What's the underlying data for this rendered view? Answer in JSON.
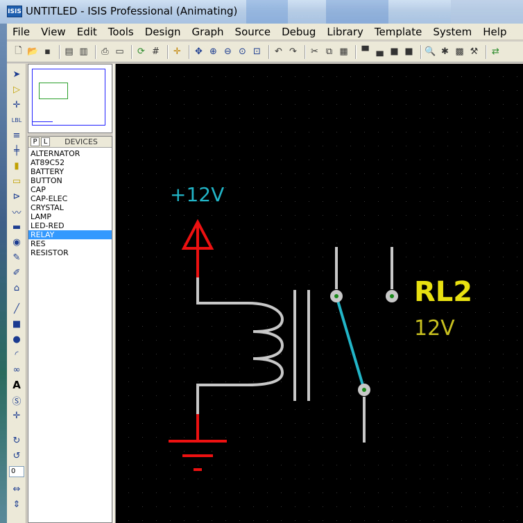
{
  "window": {
    "title": "UNTITLED - ISIS Professional (Animating)",
    "app_icon_text": "ISIS"
  },
  "menu": [
    "File",
    "View",
    "Edit",
    "Tools",
    "Design",
    "Graph",
    "Source",
    "Debug",
    "Library",
    "Template",
    "System",
    "Help"
  ],
  "devices_panel": {
    "tab_p": "P",
    "tab_l": "L",
    "title": "DEVICES",
    "items": [
      "ALTERNATOR",
      "AT89C52",
      "BATTERY",
      "BUTTON",
      "CAP",
      "CAP-ELEC",
      "CRYSTAL",
      "LAMP",
      "LED-RED",
      "RELAY",
      "RES",
      "RESISTOR"
    ],
    "selected": "RELAY"
  },
  "rotation_value": "0",
  "schematic": {
    "power_label": "+12V",
    "relay_ref": "RL2",
    "relay_value": "12V"
  },
  "colors": {
    "canvas_bg": "#000000",
    "wire": "#c8c8c8",
    "terminal": "#ee1111",
    "net_label": "#22b5c8",
    "ref_label": "#e8e010",
    "switch_arm": "#22b5c8",
    "selection": "#3399ff"
  }
}
